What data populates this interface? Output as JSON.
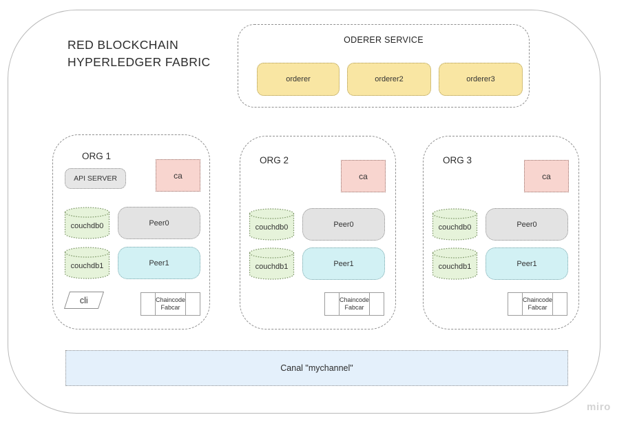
{
  "header": {
    "title_line1": "RED BLOCKCHAIN",
    "title_line2": "HYPERLEDGER FABRIC"
  },
  "orderer_service": {
    "label": "ODERER SERVICE",
    "nodes": [
      {
        "label": "orderer"
      },
      {
        "label": "orderer2"
      },
      {
        "label": "orderer3"
      }
    ]
  },
  "orgs": [
    {
      "label": "ORG 1",
      "api_server": "API SERVER",
      "ca": "ca",
      "couchdb0": "couchdb0",
      "peer0": "Peer0",
      "couchdb1": "couchdb1",
      "peer1": "Peer1",
      "cli": "cli",
      "chaincode_line1": "Chaincode",
      "chaincode_line2": "Fabcar"
    },
    {
      "label": "ORG 2",
      "ca": "ca",
      "couchdb0": "couchdb0",
      "peer0": "Peer0",
      "couchdb1": "couchdb1",
      "peer1": "Peer1",
      "chaincode_line1": "Chaincode",
      "chaincode_line2": "Fabcar"
    },
    {
      "label": "ORG 3",
      "ca": "ca",
      "couchdb0": "couchdb0",
      "peer0": "Peer0",
      "couchdb1": "couchdb1",
      "peer1": "Peer1",
      "chaincode_line1": "Chaincode",
      "chaincode_line2": "Fabcar"
    }
  ],
  "channel": {
    "label": "Canal \"mychannel\""
  },
  "watermark": {
    "label": "miro"
  },
  "colors": {
    "orderer_fill": "#F9E6A3",
    "ca_fill": "#F8D5CF",
    "couchdb_fill": "#E6F3DA",
    "peer0_fill": "#E3E3E3",
    "peer1_fill": "#D2F1F4",
    "api_server_fill": "#E6E6E6",
    "channel_fill": "#E4F0FB"
  }
}
